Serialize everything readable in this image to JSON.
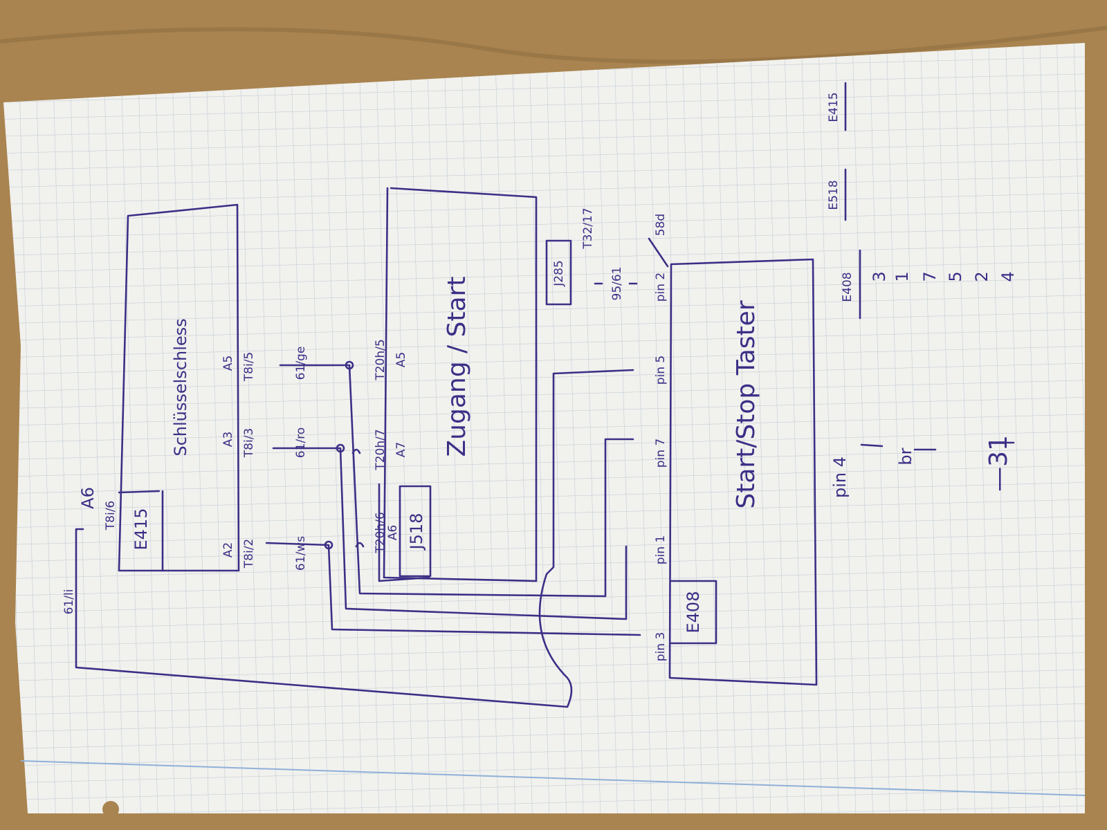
{
  "colors": {
    "ink": "#3b2f86",
    "paper": "#f1f1ee",
    "grid": "#b9c6cf",
    "wood": "#a98450"
  },
  "ignition_lock": {
    "title": "Schlüsselschless",
    "id": "E415",
    "pins_top": [
      "A2",
      "A3",
      "A5"
    ],
    "connectors": [
      "T8i/2",
      "T8i/3",
      "T8i/5"
    ],
    "extra_pin": "A6",
    "extra_connector": "T8i/6",
    "wire_extra": "61/li"
  },
  "wires": [
    "61/ws",
    "61/ro",
    "61/ge"
  ],
  "access_start": {
    "title": "Zugang / Start",
    "id": "J518",
    "connectors": [
      "T20h/6",
      "T20h/7",
      "T20h/5"
    ],
    "pins": [
      "A6",
      "A7",
      "A5"
    ]
  },
  "j285": {
    "id": "J285",
    "connector": "T32/17",
    "wire": "95/61",
    "term": "58d"
  },
  "start_stop": {
    "title": "Start/Stop Taster",
    "id": "E408",
    "pins": [
      "pin 3",
      "pin 1",
      "pin 7",
      "pin 5",
      "pin 2"
    ]
  },
  "ground": {
    "pin": "pin 4",
    "wire": "br",
    "term": "—31"
  },
  "legend": {
    "header": "E408",
    "numbers": [
      "3",
      "1",
      "7",
      "5",
      "2",
      "4"
    ],
    "e518": "E518",
    "e415": "E415"
  }
}
